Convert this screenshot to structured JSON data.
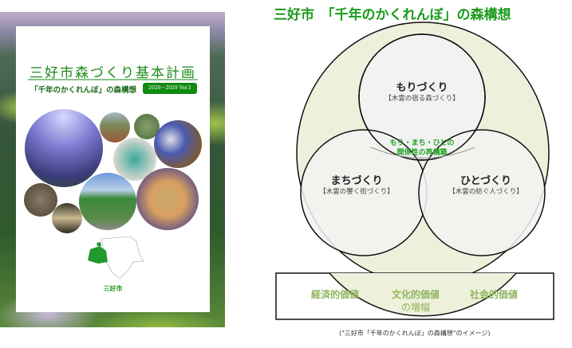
{
  "cover": {
    "title": "三好市森づくり基本計画",
    "subtitle": "「千年のかくれんぼ」の森構想",
    "version_badge": "2020－2029 Ver.1",
    "map_label": "三好市"
  },
  "diagram": {
    "title": "三好市　「千年のかくれんぼ」の森構想",
    "circles": [
      {
        "title": "もりづくり",
        "subtitle": "【木霊の宿る森づくり】"
      },
      {
        "title": "まちづくり",
        "subtitle": "【木霊の響く街づくり】"
      },
      {
        "title": "ひとづくり",
        "subtitle": "【木霊の紡ぐ人づくり】"
      }
    ],
    "center_line1": "もり・まち・ひとの",
    "center_line2": "関係性の再構築",
    "values": [
      "経済的価値",
      "文化的価値",
      "社会的価値"
    ],
    "values_suffix": "の増幅",
    "caption": "(\"三好市「千年のかくれんぼ」の森構想\"のイメージ)"
  },
  "colors": {
    "green": "#1a9a1a",
    "value_green": "#8fb35a",
    "ring_fill": "#eef0dc",
    "circle_fill": "#f2f2f2"
  }
}
